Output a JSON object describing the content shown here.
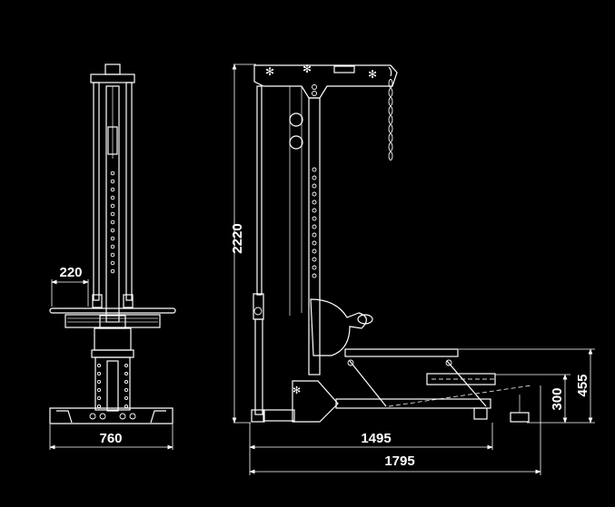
{
  "drawing": {
    "front_view": {
      "dimensions": {
        "width": "760",
        "bar_offset": "220"
      }
    },
    "side_view": {
      "dimensions": {
        "height": "2220",
        "base_length": "1495",
        "total_length": "1795",
        "seat_low": "300",
        "seat_high": "455"
      }
    }
  }
}
